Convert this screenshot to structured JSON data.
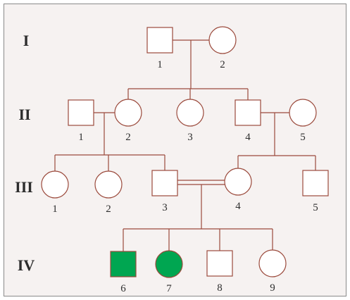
{
  "colors": {
    "line": "#9b4a3c",
    "unaffected_fill": "#ffffff",
    "affected_fill": "#00a651",
    "background": "#f6f2f1"
  },
  "generations": [
    {
      "label": "I"
    },
    {
      "label": "II"
    },
    {
      "label": "III"
    },
    {
      "label": "IV"
    }
  ],
  "individuals": [
    {
      "id": "I-1",
      "generation": "I",
      "number": "1",
      "sex": "male",
      "affected": false
    },
    {
      "id": "I-2",
      "generation": "I",
      "number": "2",
      "sex": "female",
      "affected": false
    },
    {
      "id": "II-1",
      "generation": "II",
      "number": "1",
      "sex": "male",
      "affected": false
    },
    {
      "id": "II-2",
      "generation": "II",
      "number": "2",
      "sex": "female",
      "affected": false
    },
    {
      "id": "II-3",
      "generation": "II",
      "number": "3",
      "sex": "female",
      "affected": false
    },
    {
      "id": "II-4",
      "generation": "II",
      "number": "4",
      "sex": "male",
      "affected": false
    },
    {
      "id": "II-5",
      "generation": "II",
      "number": "5",
      "sex": "female",
      "affected": false
    },
    {
      "id": "III-1",
      "generation": "III",
      "number": "1",
      "sex": "female",
      "affected": false
    },
    {
      "id": "III-2",
      "generation": "III",
      "number": "2",
      "sex": "female",
      "affected": false
    },
    {
      "id": "III-3",
      "generation": "III",
      "number": "3",
      "sex": "male",
      "affected": false
    },
    {
      "id": "III-4",
      "generation": "III",
      "number": "4",
      "sex": "female",
      "affected": false
    },
    {
      "id": "III-5",
      "generation": "III",
      "number": "5",
      "sex": "male",
      "affected": false
    },
    {
      "id": "IV-6",
      "generation": "IV",
      "number": "6",
      "sex": "male",
      "affected": true
    },
    {
      "id": "IV-7",
      "generation": "IV",
      "number": "7",
      "sex": "female",
      "affected": true
    },
    {
      "id": "IV-8",
      "generation": "IV",
      "number": "8",
      "sex": "male",
      "affected": false
    },
    {
      "id": "IV-9",
      "generation": "IV",
      "number": "9",
      "sex": "female",
      "affected": false
    }
  ],
  "relationships": [
    {
      "partners": [
        "I-1",
        "I-2"
      ],
      "consanguineous": false,
      "children": [
        "II-2",
        "II-3",
        "II-4"
      ]
    },
    {
      "partners": [
        "II-1",
        "II-2"
      ],
      "consanguineous": false,
      "children": [
        "III-1",
        "III-2",
        "III-3"
      ]
    },
    {
      "partners": [
        "II-4",
        "II-5"
      ],
      "consanguineous": false,
      "children": [
        "III-4",
        "III-5"
      ]
    },
    {
      "partners": [
        "III-3",
        "III-4"
      ],
      "consanguineous": true,
      "children": [
        "IV-6",
        "IV-7",
        "IV-8",
        "IV-9"
      ]
    }
  ]
}
